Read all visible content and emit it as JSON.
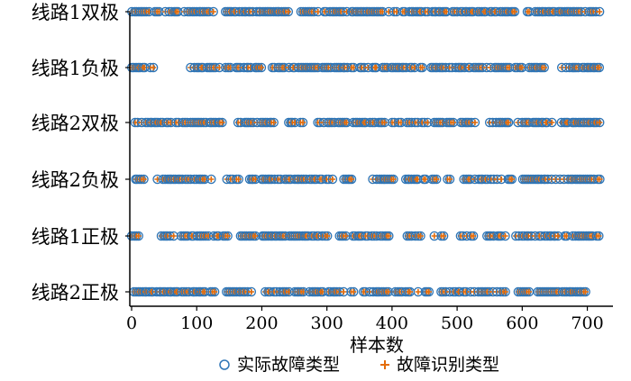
{
  "chart_data": {
    "type": "scatter",
    "xlabel": "样本数",
    "ylabel": "",
    "xlim": [
      0,
      720
    ],
    "xticks": [
      "0",
      "100",
      "200",
      "300",
      "400",
      "500",
      "600",
      "700"
    ],
    "categories": [
      "线路2正极",
      "线路1正极",
      "线路2负极",
      "线路2双极",
      "线路1负极",
      "线路1双极"
    ],
    "grid": false,
    "legend_position": "bottom",
    "series": [
      {
        "name": "实际故障类型",
        "marker": "circle",
        "color": "#2e75b6"
      },
      {
        "name": "故障识别类型",
        "marker": "plus",
        "color": "#e46c0a"
      }
    ],
    "points_by_category": {
      "线路1双极": [
        [
          0,
          125
        ],
        [
          140,
          240
        ],
        [
          260,
          395
        ],
        [
          400,
          500
        ],
        [
          505,
          590
        ],
        [
          600,
          720
        ]
      ],
      "线路1负极": [
        [
          0,
          35
        ],
        [
          90,
          110
        ],
        [
          115,
          200
        ],
        [
          215,
          340
        ],
        [
          350,
          520
        ],
        [
          525,
          600
        ],
        [
          610,
          640
        ],
        [
          660,
          720
        ]
      ],
      "线路2双极": [
        [
          5,
          60
        ],
        [
          65,
          140
        ],
        [
          160,
          220
        ],
        [
          240,
          265
        ],
        [
          285,
          330
        ],
        [
          340,
          390
        ],
        [
          400,
          440
        ],
        [
          445,
          495
        ],
        [
          505,
          530
        ],
        [
          550,
          580
        ],
        [
          590,
          650
        ],
        [
          660,
          720
        ]
      ],
      "线路2负极": [
        [
          5,
          20
        ],
        [
          35,
          130
        ],
        [
          145,
          165
        ],
        [
          180,
          310
        ],
        [
          325,
          345
        ],
        [
          370,
          405
        ],
        [
          420,
          440
        ],
        [
          445,
          470
        ],
        [
          485,
          490
        ],
        [
          510,
          590
        ],
        [
          600,
          720
        ]
      ],
      "线路1正极": [
        [
          0,
          10
        ],
        [
          45,
          65
        ],
        [
          75,
          135
        ],
        [
          140,
          150
        ],
        [
          160,
          190
        ],
        [
          200,
          300
        ],
        [
          315,
          330
        ],
        [
          340,
          400
        ],
        [
          420,
          445
        ],
        [
          465,
          480
        ],
        [
          505,
          530
        ],
        [
          545,
          575
        ],
        [
          590,
          620
        ],
        [
          625,
          655
        ],
        [
          665,
          720
        ]
      ],
      "线路2正极": [
        [
          0,
          115
        ],
        [
          120,
          130
        ],
        [
          145,
          185
        ],
        [
          205,
          265
        ],
        [
          270,
          325
        ],
        [
          330,
          340
        ],
        [
          355,
          395
        ],
        [
          405,
          430
        ],
        [
          440,
          465
        ],
        [
          475,
          505
        ],
        [
          510,
          555
        ],
        [
          560,
          575
        ],
        [
          590,
          610
        ],
        [
          620,
          700
        ]
      ]
    },
    "density": 0.55
  }
}
